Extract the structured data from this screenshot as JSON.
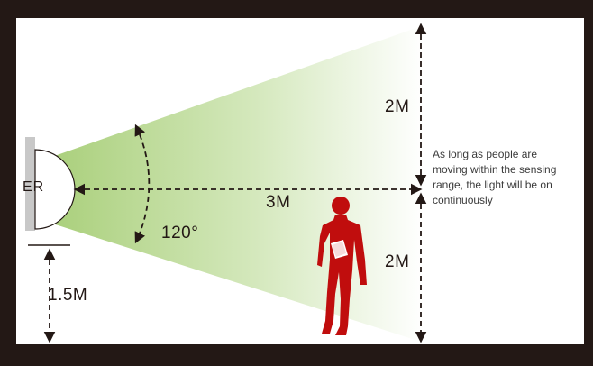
{
  "diagram": {
    "sensor_label": "ER",
    "angle_label": "120°",
    "distance_label": "3M",
    "upper_range_label": "2M",
    "lower_range_label": "2M",
    "mount_height_label": "1.5M",
    "note_lines": [
      "As long as people are",
      "moving within the sensing",
      "range, the light will be on",
      "continuously"
    ]
  },
  "colors": {
    "frame": "#231815",
    "room": "#ffffff",
    "beam_start": "#a9cf7a",
    "person": "#c00d0d",
    "sensor_plate": "#c8c8c8"
  },
  "icons": [
    "person-silhouette-icon"
  ]
}
